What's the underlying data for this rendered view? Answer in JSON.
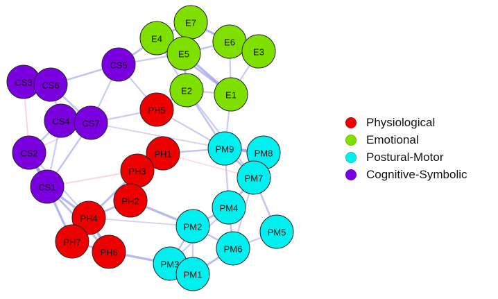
{
  "groups": [
    {
      "key": "physiological",
      "label": "Physiological",
      "color": "#ee0000"
    },
    {
      "key": "emotional",
      "label": "Emotional",
      "color": "#7fe000"
    },
    {
      "key": "postural_motor",
      "label": "Postural-Motor",
      "color": "#00f0f0"
    },
    {
      "key": "cognitive_symbolic",
      "label": "Cognitive-Symbolic",
      "color": "#7b00e0"
    }
  ],
  "colors": {
    "positive_edge": "#7b7ee0",
    "negative_edge": "#f0a0a0",
    "node_border": "#222222"
  },
  "nodes": [
    {
      "id": "E7",
      "group": "emotional"
    },
    {
      "id": "E4",
      "group": "emotional"
    },
    {
      "id": "E5",
      "group": "emotional"
    },
    {
      "id": "E6",
      "group": "emotional"
    },
    {
      "id": "E3",
      "group": "emotional"
    },
    {
      "id": "E2",
      "group": "emotional"
    },
    {
      "id": "E1",
      "group": "emotional"
    },
    {
      "id": "CS5",
      "group": "cognitive_symbolic"
    },
    {
      "id": "CS3",
      "group": "cognitive_symbolic"
    },
    {
      "id": "CS6",
      "group": "cognitive_symbolic"
    },
    {
      "id": "CS4",
      "group": "cognitive_symbolic"
    },
    {
      "id": "CS7",
      "group": "cognitive_symbolic"
    },
    {
      "id": "CS2",
      "group": "cognitive_symbolic"
    },
    {
      "id": "CS1",
      "group": "cognitive_symbolic"
    },
    {
      "id": "PH5",
      "group": "physiological"
    },
    {
      "id": "PH1",
      "group": "physiological"
    },
    {
      "id": "PH3",
      "group": "physiological"
    },
    {
      "id": "PH2",
      "group": "physiological"
    },
    {
      "id": "PH4",
      "group": "physiological"
    },
    {
      "id": "PH7",
      "group": "physiological"
    },
    {
      "id": "PH6",
      "group": "physiological"
    },
    {
      "id": "PM9",
      "group": "postural_motor"
    },
    {
      "id": "PM8",
      "group": "postural_motor"
    },
    {
      "id": "PM7",
      "group": "postural_motor"
    },
    {
      "id": "PM4",
      "group": "postural_motor"
    },
    {
      "id": "PM2",
      "group": "postural_motor"
    },
    {
      "id": "PM6",
      "group": "postural_motor"
    },
    {
      "id": "PM5",
      "group": "postural_motor"
    },
    {
      "id": "PM3",
      "group": "postural_motor"
    },
    {
      "id": "PM1",
      "group": "postural_motor"
    }
  ],
  "edges": [
    {
      "from": "E7",
      "to": "E4",
      "weight": 0.5,
      "sign": "positive"
    },
    {
      "from": "E7",
      "to": "E5",
      "weight": 0.6,
      "sign": "positive"
    },
    {
      "from": "E7",
      "to": "E6",
      "weight": 0.6,
      "sign": "positive"
    },
    {
      "from": "E4",
      "to": "E5",
      "weight": 0.7,
      "sign": "positive"
    },
    {
      "from": "E5",
      "to": "E6",
      "weight": 0.4,
      "sign": "positive"
    },
    {
      "from": "E6",
      "to": "E3",
      "weight": 0.8,
      "sign": "positive"
    },
    {
      "from": "E5",
      "to": "E2",
      "weight": 0.5,
      "sign": "positive"
    },
    {
      "from": "E5",
      "to": "E1",
      "weight": 0.6,
      "sign": "positive"
    },
    {
      "from": "E4",
      "to": "E2",
      "weight": 0.3,
      "sign": "positive"
    },
    {
      "from": "E4",
      "to": "E1",
      "weight": 0.5,
      "sign": "positive"
    },
    {
      "from": "E2",
      "to": "E1",
      "weight": 0.3,
      "sign": "positive"
    },
    {
      "from": "E6",
      "to": "E1",
      "weight": 0.3,
      "sign": "positive"
    },
    {
      "from": "E3",
      "to": "E1",
      "weight": 0.3,
      "sign": "positive"
    },
    {
      "from": "CS5",
      "to": "E4",
      "weight": 0.5,
      "sign": "positive"
    },
    {
      "from": "CS5",
      "to": "E5",
      "weight": 0.3,
      "sign": "positive"
    },
    {
      "from": "CS5",
      "to": "CS6",
      "weight": 0.4,
      "sign": "positive"
    },
    {
      "from": "CS5",
      "to": "CS7",
      "weight": 0.3,
      "sign": "positive"
    },
    {
      "from": "CS5",
      "to": "PH5",
      "weight": 0.3,
      "sign": "positive"
    },
    {
      "from": "CS3",
      "to": "CS6",
      "weight": 0.9,
      "sign": "positive"
    },
    {
      "from": "CS3",
      "to": "CS2",
      "weight": 0.3,
      "sign": "negative"
    },
    {
      "from": "CS6",
      "to": "CS4",
      "weight": 0.4,
      "sign": "positive"
    },
    {
      "from": "CS6",
      "to": "CS7",
      "weight": 0.4,
      "sign": "positive"
    },
    {
      "from": "CS4",
      "to": "CS7",
      "weight": 0.6,
      "sign": "positive"
    },
    {
      "from": "CS4",
      "to": "CS2",
      "weight": 0.4,
      "sign": "positive"
    },
    {
      "from": "CS4",
      "to": "CS1",
      "weight": 0.3,
      "sign": "positive"
    },
    {
      "from": "CS7",
      "to": "CS1",
      "weight": 0.4,
      "sign": "positive"
    },
    {
      "from": "CS7",
      "to": "CS2",
      "weight": 0.3,
      "sign": "negative"
    },
    {
      "from": "CS7",
      "to": "PH5",
      "weight": 0.3,
      "sign": "positive"
    },
    {
      "from": "CS7",
      "to": "PM9",
      "weight": 0.2,
      "sign": "positive"
    },
    {
      "from": "CS2",
      "to": "CS1",
      "weight": 0.9,
      "sign": "positive"
    },
    {
      "from": "CS2",
      "to": "PH4",
      "weight": 0.3,
      "sign": "positive"
    },
    {
      "from": "CS1",
      "to": "PH4",
      "weight": 0.6,
      "sign": "positive"
    },
    {
      "from": "CS1",
      "to": "PH7",
      "weight": 0.6,
      "sign": "positive"
    },
    {
      "from": "CS1",
      "to": "PH6",
      "weight": 0.5,
      "sign": "positive"
    },
    {
      "from": "CS1",
      "to": "PH3",
      "weight": 0.3,
      "sign": "negative"
    },
    {
      "from": "PH5",
      "to": "E2",
      "weight": 0.3,
      "sign": "positive"
    },
    {
      "from": "PH5",
      "to": "PM9",
      "weight": 0.3,
      "sign": "positive"
    },
    {
      "from": "PH1",
      "to": "PH3",
      "weight": 0.4,
      "sign": "positive"
    },
    {
      "from": "PH1",
      "to": "PM9",
      "weight": 0.4,
      "sign": "positive"
    },
    {
      "from": "PH3",
      "to": "PH2",
      "weight": 0.8,
      "sign": "positive"
    },
    {
      "from": "PH3",
      "to": "PH4",
      "weight": 0.5,
      "sign": "positive"
    },
    {
      "from": "PH2",
      "to": "PH4",
      "weight": 0.5,
      "sign": "positive"
    },
    {
      "from": "PH2",
      "to": "PM2",
      "weight": 0.6,
      "sign": "positive"
    },
    {
      "from": "PH4",
      "to": "PH7",
      "weight": 0.9,
      "sign": "positive"
    },
    {
      "from": "PH4",
      "to": "PH6",
      "weight": 0.7,
      "sign": "positive"
    },
    {
      "from": "PH7",
      "to": "PH6",
      "weight": 0.6,
      "sign": "positive"
    },
    {
      "from": "PH6",
      "to": "PM3",
      "weight": 0.6,
      "sign": "positive"
    },
    {
      "from": "PH4",
      "to": "PM2",
      "weight": 0.2,
      "sign": "positive"
    },
    {
      "from": "E1",
      "to": "PM9",
      "weight": 0.3,
      "sign": "positive"
    },
    {
      "from": "E2",
      "to": "PM9",
      "weight": 0.4,
      "sign": "positive"
    },
    {
      "from": "E2",
      "to": "PM7",
      "weight": 0.3,
      "sign": "positive"
    },
    {
      "from": "PM9",
      "to": "PM8",
      "weight": 0.8,
      "sign": "positive"
    },
    {
      "from": "PM9",
      "to": "PM7",
      "weight": 0.5,
      "sign": "positive"
    },
    {
      "from": "PM8",
      "to": "PM7",
      "weight": 0.5,
      "sign": "positive"
    },
    {
      "from": "PM7",
      "to": "PM4",
      "weight": 0.5,
      "sign": "positive"
    },
    {
      "from": "PM7",
      "to": "PM5",
      "weight": 0.4,
      "sign": "positive"
    },
    {
      "from": "PM7",
      "to": "PM6",
      "weight": 0.3,
      "sign": "positive"
    },
    {
      "from": "PM4",
      "to": "PM2",
      "weight": 0.5,
      "sign": "positive"
    },
    {
      "from": "PM4",
      "to": "PM6",
      "weight": 0.4,
      "sign": "positive"
    },
    {
      "from": "PM4",
      "to": "PM3",
      "weight": 0.3,
      "sign": "positive"
    },
    {
      "from": "PM2",
      "to": "PM6",
      "weight": 0.4,
      "sign": "positive"
    },
    {
      "from": "PM2",
      "to": "PM3",
      "weight": 0.4,
      "sign": "positive"
    },
    {
      "from": "PM2",
      "to": "PM1",
      "weight": 0.3,
      "sign": "positive"
    },
    {
      "from": "PM6",
      "to": "PM1",
      "weight": 0.5,
      "sign": "positive"
    },
    {
      "from": "PM3",
      "to": "PM1",
      "weight": 0.9,
      "sign": "positive"
    },
    {
      "from": "PM6",
      "to": "PM5",
      "weight": 0.3,
      "sign": "positive"
    },
    {
      "from": "PM9",
      "to": "PM4",
      "weight": 0.3,
      "sign": "positive"
    },
    {
      "from": "PH1",
      "to": "PM7",
      "weight": 0.2,
      "sign": "negative"
    }
  ]
}
